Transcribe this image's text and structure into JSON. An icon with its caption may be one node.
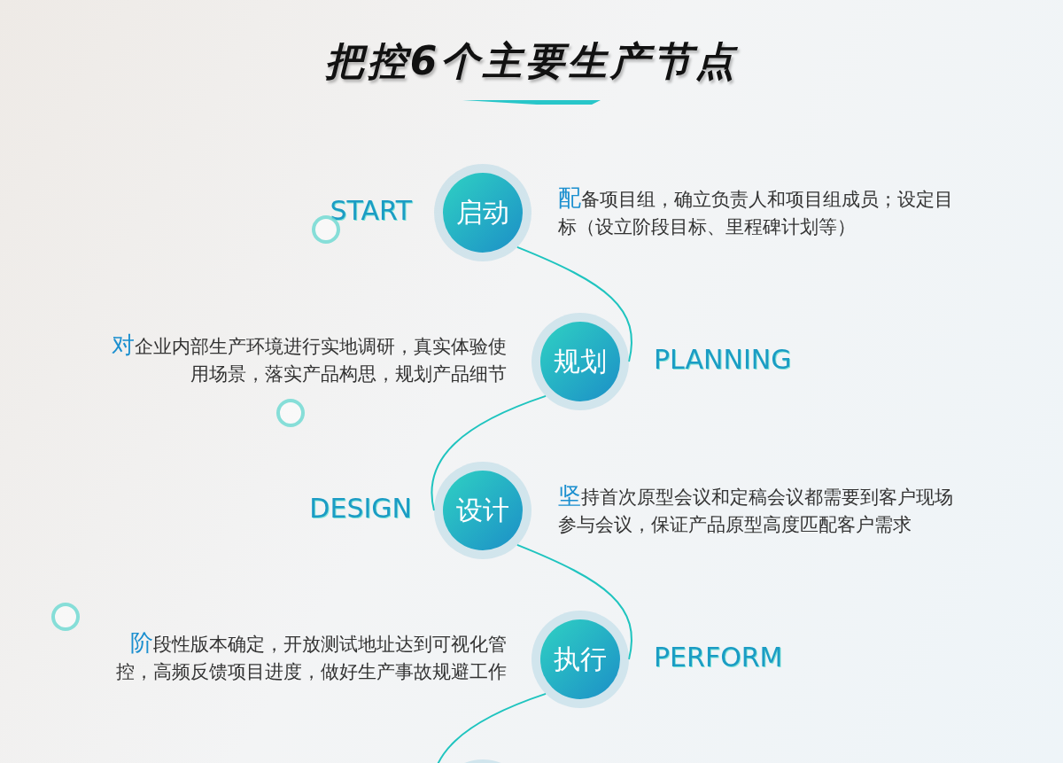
{
  "diagram": {
    "title": "把控6个主要生产节点",
    "nodes": [
      {
        "text": [
          "启动"
        ],
        "beside": [
          "START",
          "配备项目组，确立负责人和项目组成员；设定目标（设立阶段目标、里程碑计划等）"
        ]
      },
      {
        "text": [
          "规划"
        ],
        "beside": [
          "PLANNING",
          "对企业内部生产环境进行实地调研，真实体验使用场景，落实产品构思，规划产品细节"
        ]
      },
      {
        "text": [
          "设计"
        ],
        "beside": [
          "DESIGN",
          "坚持首次原型会议和定稿会议都需要到客户现场参与会议，保证产品原型高度匹配客户需求"
        ]
      },
      {
        "text": [
          "执行"
        ],
        "beside": [
          "PERFORM",
          "阶段性版本确定，开放测试地址达到可视化管控，高频反馈项目进度，做好生产事故规避工作"
        ]
      },
      {
        "text": [],
        "shape": "circle"
      }
    ],
    "edges": [
      {
        "from": 0,
        "to": 1,
        "arrow": "none"
      },
      {
        "from": 1,
        "to": 2,
        "arrow": "none"
      },
      {
        "from": 2,
        "to": 3,
        "arrow": "none"
      },
      {
        "from": 3,
        "to": 4,
        "arrow": "none"
      }
    ]
  }
}
